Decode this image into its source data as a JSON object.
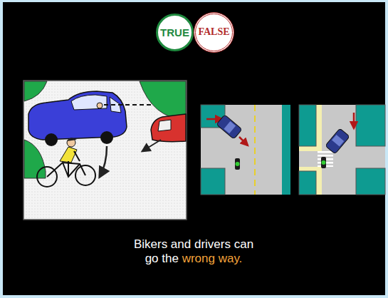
{
  "diagram": {
    "caption": "Bikers and drivers can go the wrong way.",
    "nodes": [
      {
        "text": [
          "TRUE"
        ]
      },
      {
        "text": [
          "FALSE"
        ]
      }
    ]
  }
}
